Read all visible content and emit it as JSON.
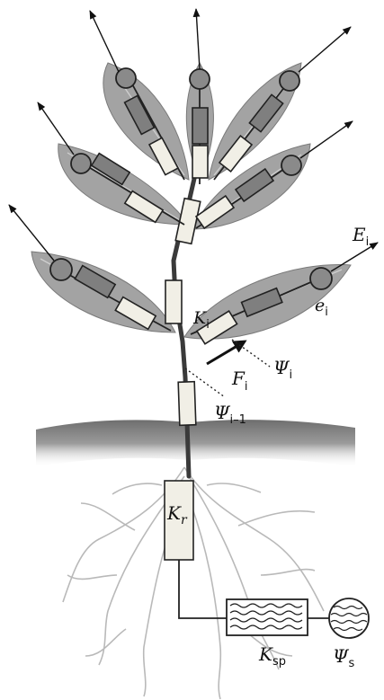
{
  "diagram": {
    "labels": {
      "E_i": {
        "main": "E",
        "sub": "i"
      },
      "e_i": {
        "main": "e",
        "sub": "i"
      },
      "K_i": {
        "main": "K",
        "sub": "i"
      },
      "F_i": {
        "main": "F",
        "sub": "i"
      },
      "Psi_i": {
        "main": "Ψ",
        "sub": "i"
      },
      "Psi_i_minus_1": {
        "main": "Ψ",
        "sub": "i–1"
      },
      "K_r": {
        "main": "K",
        "sub": "r"
      },
      "K_sp": {
        "main": "K",
        "sub": "sp"
      },
      "Psi_s": {
        "main": "Ψ",
        "sub": "s"
      }
    },
    "colors": {
      "leaf": "#a3a3a3",
      "soil": "#8c8c8c",
      "resistor_dark": "#7f7f7f",
      "resistor_light": "#f1efe6",
      "root": "#b9b9b9"
    }
  }
}
